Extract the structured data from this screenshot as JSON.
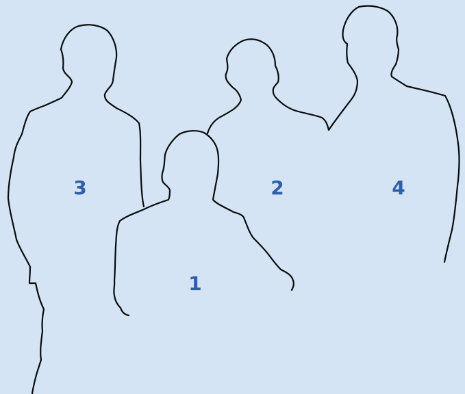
{
  "background_color": "#d4e4f4",
  "outline_color": "#0a0a0a",
  "label_color": "#2f5fa8",
  "figures": [
    {
      "label": "1"
    },
    {
      "label": "2"
    },
    {
      "label": "3"
    },
    {
      "label": "4"
    }
  ]
}
